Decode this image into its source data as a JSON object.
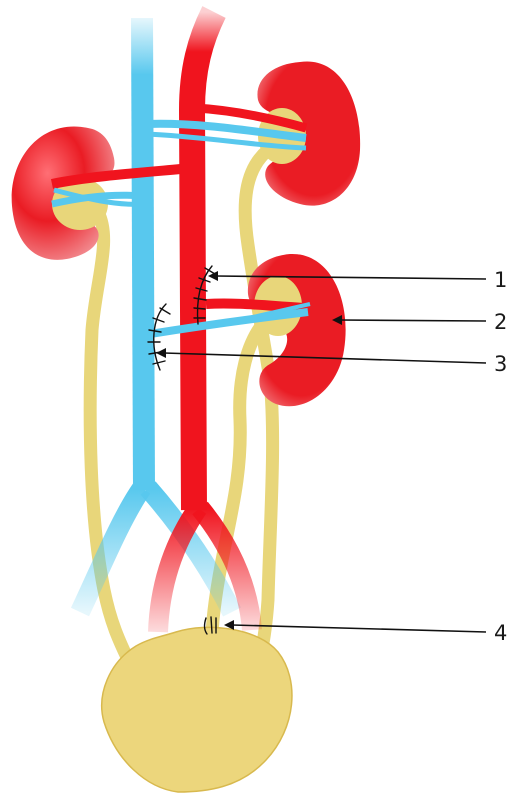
{
  "callouts": [
    {
      "id": "1",
      "label": "1"
    },
    {
      "id": "2",
      "label": "2"
    },
    {
      "id": "3",
      "label": "3"
    },
    {
      "id": "4",
      "label": "4"
    }
  ],
  "colors": {
    "artery": "#f0141e",
    "artery_light": "#f8c6c8",
    "vein": "#58c8ee",
    "vein_light": "#cdeefa",
    "ureter": "#e8d67a",
    "ureter_edge": "#d9c25a",
    "bladder": "#ecd67c",
    "bladder_edge": "#d8b94e",
    "kidney": "#ea1c24",
    "kidney_light": "#f7b0b4",
    "suture": "#111111",
    "leader": "#111111"
  }
}
